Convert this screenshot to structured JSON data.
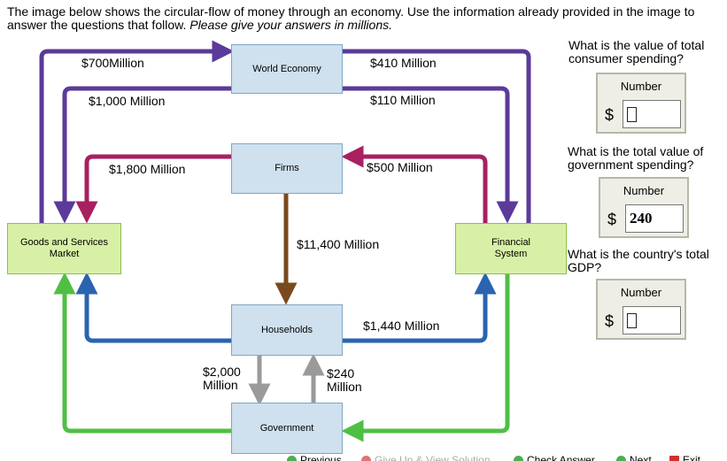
{
  "instructions": {
    "main": "The image below shows the circular-flow of money through an economy. Use the information already provided in the image to answer the questions that follow.",
    "emphasis": "Please give your answers in millions."
  },
  "diagram": {
    "nodes": {
      "world": "World Economy",
      "firms": "Firms",
      "goods": "Goods and Services Market",
      "financial": "Financial System",
      "households": "Households",
      "government": "Government"
    },
    "flows": {
      "goods_to_world": "$700Million",
      "world_to_financial": "$410 Million",
      "world_to_goods": "$1,000 Million",
      "financial_to_world": "$110 Million",
      "firms_to_goods": "$1,800 Million",
      "financial_to_firms": "$500 Million",
      "firms_to_households": "$11,400 Million",
      "households_to_financial": "$1,440 Million",
      "households_to_government": "$2,000 Million",
      "government_to_households": "$240 Million"
    },
    "colors": {
      "purple": "#5b3a9a",
      "magenta": "#a8205e",
      "brown": "#7a4a1e",
      "blue": "#2a63b0",
      "green": "#4fbf44",
      "gray": "#9a9a9a"
    }
  },
  "questions": [
    {
      "text": "What is the value of total consumer spending?",
      "label": "Number",
      "currency": "$",
      "value": ""
    },
    {
      "text": "What is the total value of government spending?",
      "label": "Number",
      "currency": "$",
      "value": "240"
    },
    {
      "text": "What is the country's total GDP?",
      "label": "Number",
      "currency": "$",
      "value": ""
    }
  ],
  "toolbar": {
    "previous": "Previous",
    "give_up": "Give Up & View Solution",
    "check": "Check Answer",
    "next": "Next",
    "exit": "Exit"
  }
}
